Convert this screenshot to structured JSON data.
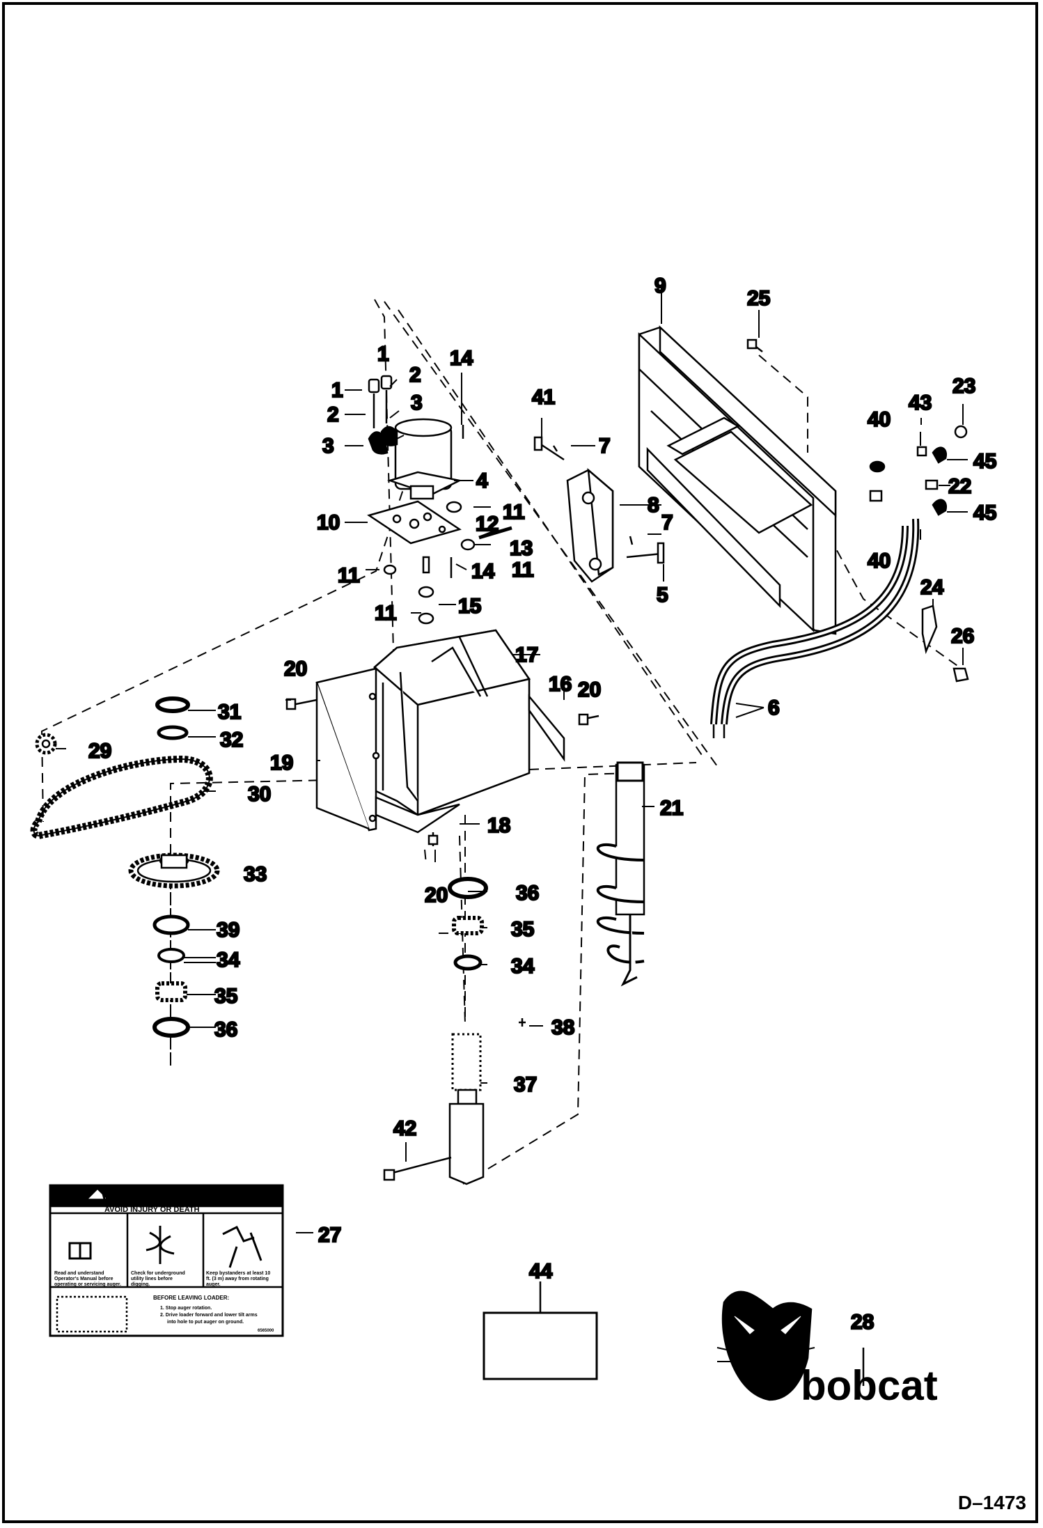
{
  "drawing_code": "D–1473",
  "callouts": [
    "1",
    "1",
    "2",
    "2",
    "3",
    "3",
    "4",
    "5",
    "6",
    "7",
    "7",
    "8",
    "9",
    "10",
    "11",
    "11",
    "11",
    "11",
    "12",
    "13",
    "14",
    "14",
    "15",
    "16",
    "17",
    "18",
    "19",
    "20",
    "20",
    "20",
    "21",
    "22",
    "23",
    "24",
    "25",
    "26",
    "27",
    "28",
    "29",
    "30",
    "31",
    "32",
    "33",
    "34",
    "34",
    "35",
    "35",
    "36",
    "36",
    "37",
    "38",
    "39",
    "40",
    "40",
    "41",
    "42",
    "43",
    "44",
    "45",
    "45"
  ],
  "warning_decal": {
    "title": "WARNING",
    "subtitle": "AVOID INJURY OR DEATH",
    "panel1": [
      "Read and understand",
      "Operator's Manual before",
      "operating or servicing auger."
    ],
    "panel2": [
      "Check for underground",
      "utility lines before",
      "digging."
    ],
    "panel3": [
      "Keep bystanders at least 10",
      "ft. (3 m) away from rotating",
      "auger."
    ],
    "leaving_title": "BEFORE LEAVING LOADER:",
    "leaving_steps": [
      "1. Stop auger rotation.",
      "2. Drive loader forward and lower tilt arms",
      "into hole to put auger on ground."
    ],
    "part_no": "6565000"
  },
  "logo_text": "bobcat",
  "colors": {
    "line": "#000000",
    "background": "#ffffff"
  }
}
